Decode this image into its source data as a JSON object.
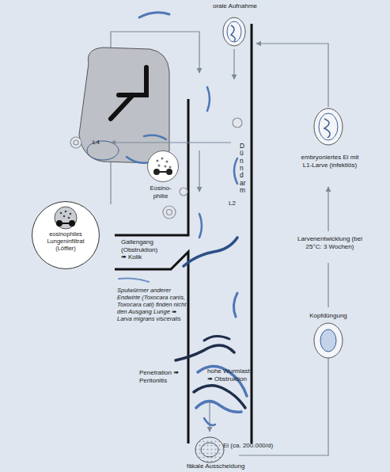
{
  "diagram": {
    "nodes": [
      {
        "text": [
          "Eosino- philie"
        ]
      },
      {
        "text": [
          "eosinophiles Lungeninfiltrat (Löffler)"
        ]
      },
      {
        "text": [
          "Gallengang (Obstruktion)",
          "➠ Kolik"
        ]
      }
    ],
    "labels": [
      "orale Aufnahme",
      "L4",
      "L2",
      "Dünndarm",
      "embryoniertes Ei mit L1-Larve (infektiös)",
      "Larvenentwicklung (bei 25°C: 3 Wochen)",
      "Spulwürmer anderer Endwirte (Toxocara canis, Toxocara cati) finden nicht den Ausgang Lunge ➠ Larva migrans visceralis",
      "Kopfdüngung",
      "Penetration ➠ Peritonitis",
      "hohe Wurmlast: ➠ Obstruktion",
      "Ei (ca. 200.000/d)",
      "fäkale Ausscheidung"
    ]
  }
}
